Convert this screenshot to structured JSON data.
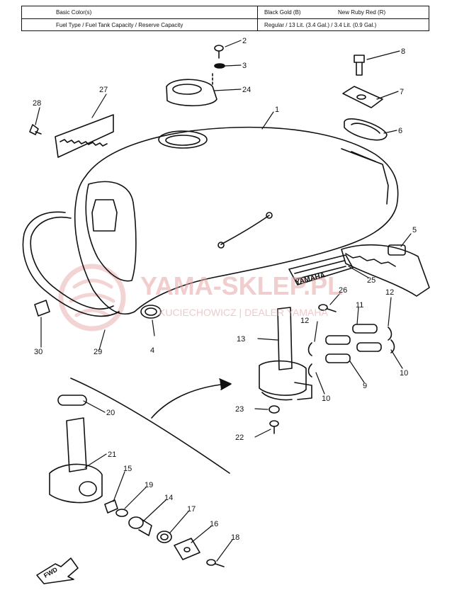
{
  "spec_table": {
    "row1_label": "Basic Color(s)",
    "row1_value_a": "Black Gold (B)",
    "row1_value_b": "New Ruby Red (R)",
    "row2_label": "Fuel Type / Fuel Tank Capacity / Reserve Capacity",
    "row2_value": "Regular / 13 Lit. (3.4 Gal.) / 3.4 Lit. (0.9 Gal.)"
  },
  "watermark": {
    "main": "YAMA-SKLEP.PL",
    "sub": "KUCIECHOWICZ | DEALER YAMAHA"
  },
  "direction_label": "FWD",
  "tank_decal": "YAMAHA",
  "callouts": [
    "1",
    "2",
    "3",
    "4",
    "5",
    "6",
    "7",
    "8",
    "9",
    "10",
    "10",
    "11",
    "12",
    "12",
    "13",
    "14",
    "15",
    "16",
    "17",
    "18",
    "19",
    "20",
    "21",
    "22",
    "23",
    "24",
    "25",
    "26",
    "27",
    "28",
    "29",
    "30"
  ]
}
